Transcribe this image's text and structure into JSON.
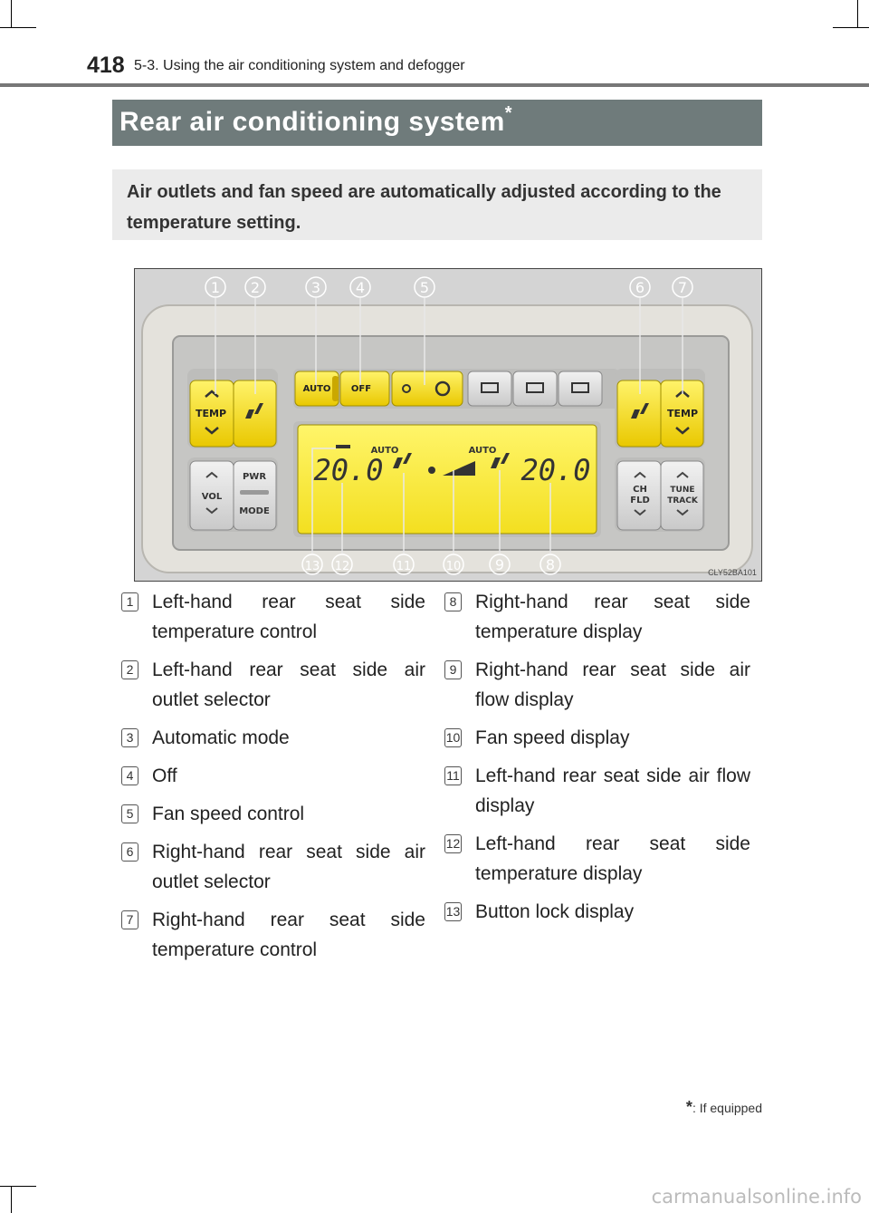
{
  "header": {
    "page_number": "418",
    "section": "5-3. Using the air conditioning system and defogger"
  },
  "title": {
    "text": "Rear air conditioning system",
    "marker": "*"
  },
  "intro": "Air outlets and fan speed are automatically adjusted according to the temperature setting.",
  "figure": {
    "callouts": [
      "1",
      "2",
      "3",
      "4",
      "5",
      "6",
      "7",
      "8",
      "9",
      "10",
      "11",
      "12",
      "13"
    ],
    "code": "CLY52BA101",
    "panel": {
      "left_temp": "TEMP",
      "vol": "VOL",
      "pwr": "PWR",
      "mode": "MODE",
      "auto": "AUTO",
      "off": "OFF",
      "right_temp": "TEMP",
      "ch": "CH",
      "fld": "FLD",
      "tune": "TUNE",
      "track": "TRACK"
    },
    "display": {
      "left_temp": "20.0",
      "right_temp": "20.0",
      "left_auto": "AUTO",
      "right_auto": "AUTO"
    }
  },
  "items_left": [
    {
      "num": "1",
      "text": "Left-hand rear seat side temperature control"
    },
    {
      "num": "2",
      "text": "Left-hand rear seat side air outlet selector"
    },
    {
      "num": "3",
      "text": "Automatic mode"
    },
    {
      "num": "4",
      "text": "Off"
    },
    {
      "num": "5",
      "text": "Fan speed control"
    },
    {
      "num": "6",
      "text": "Right-hand rear seat side air outlet selector"
    },
    {
      "num": "7",
      "text": "Right-hand rear seat side temperature control"
    }
  ],
  "items_right": [
    {
      "num": "8",
      "text": "Right-hand rear seat side temperature display"
    },
    {
      "num": "9",
      "text": "Right-hand rear seat side air flow display"
    },
    {
      "num": "10",
      "text": "Fan speed display"
    },
    {
      "num": "11",
      "text": "Left-hand rear seat side air flow display"
    },
    {
      "num": "12",
      "text": "Left-hand rear seat side temperature display"
    },
    {
      "num": "13",
      "text": "Button lock display"
    }
  ],
  "footnote": {
    "marker": "*",
    "text": ": If equipped"
  },
  "watermark": "carmanualsonline.info"
}
